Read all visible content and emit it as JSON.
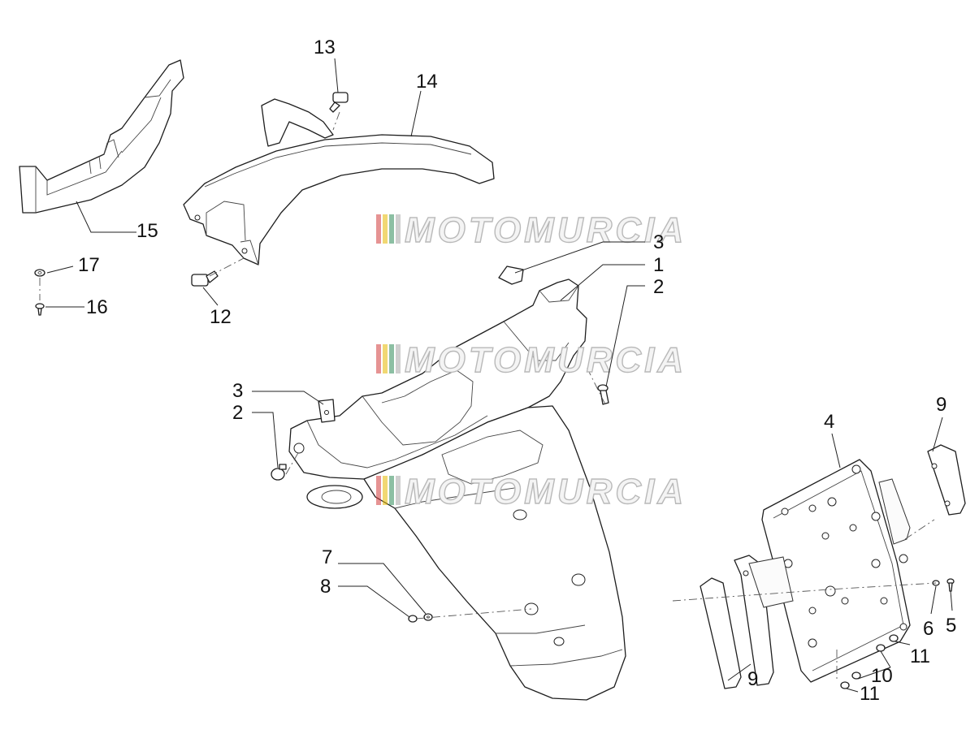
{
  "diagram": {
    "watermark": {
      "text": "MOTOMURCIA",
      "colors": [
        "#d23a3a",
        "#e6b800",
        "#2e8b57",
        "#bbbbbb"
      ]
    },
    "callouts": [
      {
        "id": "c1",
        "label": "1"
      },
      {
        "id": "c2a",
        "label": "2"
      },
      {
        "id": "c2b",
        "label": "2"
      },
      {
        "id": "c3a",
        "label": "3"
      },
      {
        "id": "c3b",
        "label": "3"
      },
      {
        "id": "c4",
        "label": "4"
      },
      {
        "id": "c5",
        "label": "5"
      },
      {
        "id": "c6",
        "label": "6"
      },
      {
        "id": "c7",
        "label": "7"
      },
      {
        "id": "c8",
        "label": "8"
      },
      {
        "id": "c9a",
        "label": "9"
      },
      {
        "id": "c9b",
        "label": "9"
      },
      {
        "id": "c10",
        "label": "10"
      },
      {
        "id": "c11a",
        "label": "11"
      },
      {
        "id": "c11b",
        "label": "11"
      },
      {
        "id": "c12",
        "label": "12"
      },
      {
        "id": "c13",
        "label": "13"
      },
      {
        "id": "c14",
        "label": "14"
      },
      {
        "id": "c15",
        "label": "15"
      },
      {
        "id": "c16",
        "label": "16"
      },
      {
        "id": "c17",
        "label": "17"
      }
    ]
  }
}
